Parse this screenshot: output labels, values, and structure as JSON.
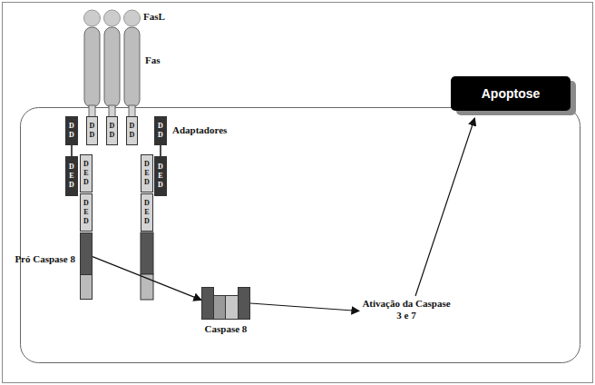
{
  "diagram": {
    "nodes": [
      {
        "text": [
          "D D"
        ]
      },
      {
        "text": [
          "D D"
        ]
      },
      {
        "text": [
          "D D"
        ]
      },
      {
        "text": [
          "D D"
        ]
      },
      {
        "text": [
          "D E D"
        ]
      },
      {
        "text": [
          "D D"
        ]
      },
      {
        "text": [
          "D E D"
        ]
      },
      {
        "text": [
          "D E D"
        ]
      },
      {
        "text": [
          "D E D"
        ]
      },
      {
        "text": [
          "D E D"
        ]
      },
      {
        "text": [
          "D E D"
        ]
      },
      {
        "text": [
          "Pró Caspase 8"
        ]
      },
      {
        "text": [
          "Caspase 8"
        ]
      },
      {
        "text": [
          "Ativação da Caspase 3 e 7"
        ]
      },
      {
        "text": [
          "Apoptose"
        ]
      }
    ],
    "edges": [
      {
        "from": 3,
        "to": 4,
        "arrow": "none"
      },
      {
        "from": 5,
        "to": 6,
        "arrow": "none"
      },
      {
        "from": 11,
        "to": 12,
        "arrow": "to"
      },
      {
        "from": 12,
        "to": 13,
        "arrow": "to"
      },
      {
        "from": 13,
        "to": 14,
        "arrow": "to"
      }
    ],
    "labels": [
      "FasL",
      "Fas",
      "Adaptadores"
    ]
  }
}
